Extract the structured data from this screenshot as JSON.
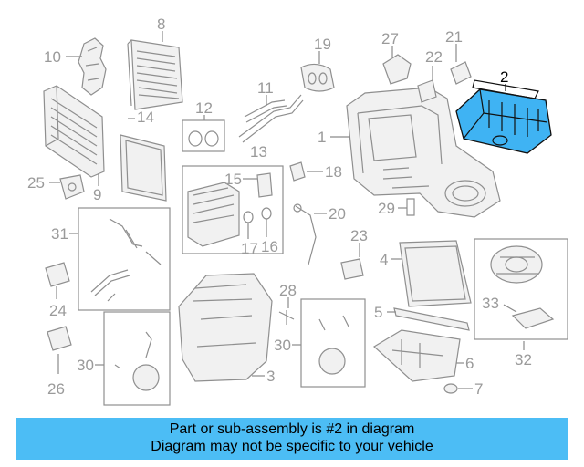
{
  "diagram": {
    "highlighted_part": "2",
    "callouts": [
      "1",
      "2",
      "3",
      "4",
      "5",
      "6",
      "7",
      "8",
      "9",
      "10",
      "11",
      "12",
      "13",
      "14",
      "15",
      "16",
      "17",
      "18",
      "19",
      "20",
      "21",
      "22",
      "23",
      "24",
      "25",
      "26",
      "27",
      "28",
      "29",
      "30",
      "30",
      "31",
      "32",
      "33"
    ],
    "colors": {
      "highlight": "#3fb3f3",
      "banner": "#4cbdf5",
      "linework": "#8f8f8f",
      "labels": "#9a9a9a"
    }
  },
  "footer": {
    "line1": "Part or sub-assembly is #2 in diagram",
    "line2": "Diagram may not be specific to your vehicle"
  }
}
